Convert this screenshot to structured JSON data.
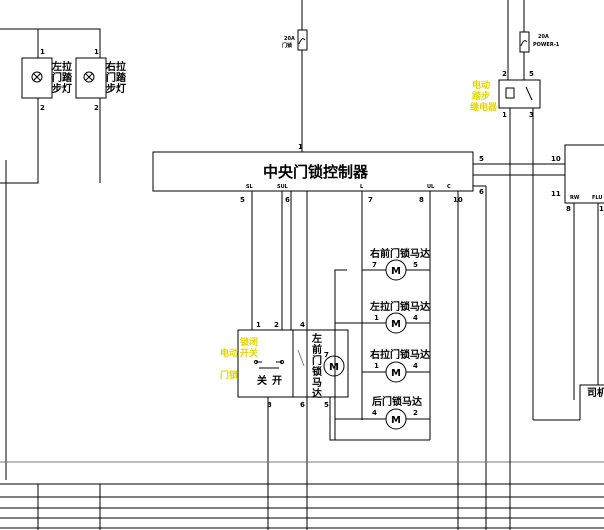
{
  "controller": {
    "title": "中央门锁控制器",
    "pin_top": "1",
    "terminals": [
      "SL",
      "SUL",
      "L",
      "UL",
      "C"
    ],
    "pins_bottom": [
      "5",
      "6",
      "7",
      "8",
      "10"
    ],
    "pin_right_upper": "5",
    "pin_right_lower": "6"
  },
  "step_lamps": {
    "left": {
      "label": [
        "左拉",
        "门踏",
        "步灯"
      ],
      "pin_top": "1",
      "pin_bottom": "2"
    },
    "right": {
      "label": [
        "右拉",
        "门踏",
        "步灯"
      ],
      "pin_top": "1",
      "pin_bottom": "2"
    }
  },
  "fuse_center": {
    "rating": "20A",
    "name": "门锁"
  },
  "fuse_right": {
    "rating": "20A",
    "name": "POWER-1"
  },
  "relay": {
    "label": [
      "电动",
      "踏步",
      "继电器"
    ],
    "pins": [
      "2",
      "5",
      "1",
      "3"
    ]
  },
  "right_module": {
    "pins": [
      "10",
      "11",
      "8",
      "1"
    ],
    "terminals": [
      "RW",
      "FLU"
    ],
    "cut_text": "司机"
  },
  "lock_switch": {
    "label_inner": [
      "锁闭",
      "开关"
    ],
    "label_outer": [
      "电动",
      "门锁"
    ],
    "state_close": "关",
    "state_open": "开",
    "pins_top": [
      "1",
      "2"
    ],
    "pins_bottom": [
      "3"
    ]
  },
  "left_front_motor": {
    "label": [
      "左",
      "前",
      "门",
      "锁",
      "马",
      "达"
    ],
    "pins": [
      "4",
      "7",
      "6",
      "5"
    ],
    "symbol": "M"
  },
  "motors": [
    {
      "label": "右前门锁马达",
      "pins": [
        "7",
        "5"
      ],
      "symbol": "M"
    },
    {
      "label": "左拉门锁马达",
      "pins": [
        "1",
        "4"
      ],
      "symbol": "M"
    },
    {
      "label": "右拉门锁马达",
      "pins": [
        "1",
        "4"
      ],
      "symbol": "M"
    },
    {
      "label": "后门锁马达",
      "pins": [
        "4",
        "2"
      ],
      "symbol": "M"
    }
  ]
}
